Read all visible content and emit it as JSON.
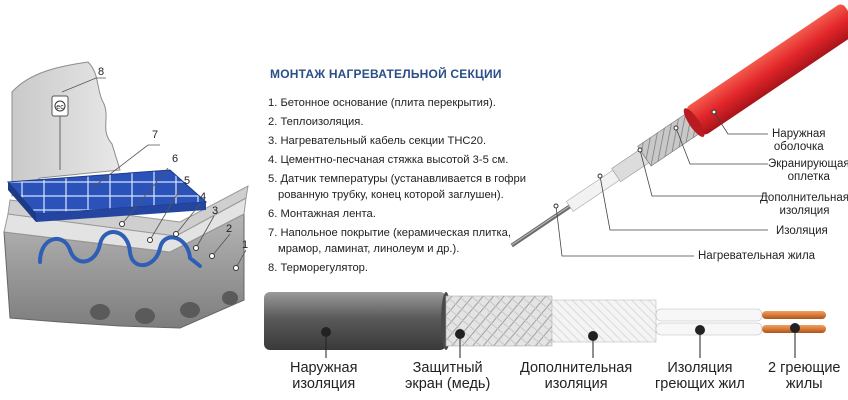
{
  "diagram": {
    "title": "МОНТАЖ НАГРЕВАТЕЛЬНОЙ СЕКЦИИ",
    "items": [
      "1. Бетонное основание (плита перекрытия).",
      "2. Теплоизоляция.",
      "3.  Нагревательный кабель секции ТНС20.",
      "4. Цементно-песчаная стяжка высотой 3-5 см.",
      "5. Датчик температуры (устанавливается в гофри",
      "рованную трубку, конец которой заглушен).",
      "6. Монтажная лента.",
      "7. Напольное покрытие (керамическая плитка,",
      "мрамор, ламинат, линолеум и др.).",
      "8. Терморегулятор."
    ],
    "floor_numbers": [
      "1",
      "2",
      "3",
      "4",
      "5",
      "6",
      "7",
      "8"
    ],
    "thermostat_badge": "ec"
  },
  "cable_right": {
    "labels": [
      "Наружная",
      "оболочка",
      "Экранирующая",
      "оплетка",
      "Дополнительная",
      "изоляция",
      "Изоляция",
      "Нагревательная жила"
    ]
  },
  "cable_bottom": {
    "labels": [
      "Наружная",
      "изоляция",
      "Защитный",
      "экран (медь)",
      "Дополнительная",
      "изоляция",
      "Изоляция",
      "греющих жил",
      "2 греющие",
      "жилы"
    ]
  },
  "colors": {
    "title": "#2a4e86",
    "outer_sheath_red": "#e2262a",
    "tile_blue": "#2a52b8",
    "concrete": "#9a9a9a",
    "copper": "#d97a3a"
  }
}
